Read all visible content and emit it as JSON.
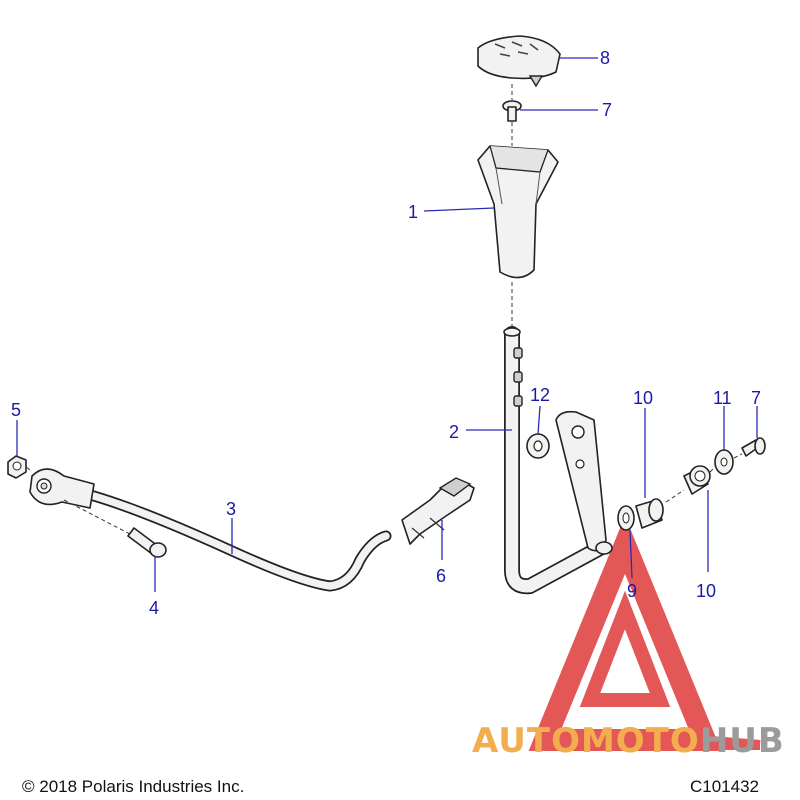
{
  "callouts": {
    "c1": "1",
    "c2": "2",
    "c3": "3",
    "c4": "4",
    "c5": "5",
    "c6": "6",
    "c7a": "7",
    "c7b": "7",
    "c8": "8",
    "c9": "9",
    "c10a": "10",
    "c10b": "10",
    "c11": "11",
    "c12": "12"
  },
  "footer": {
    "copyright": "© 2018 Polaris Industries Inc.",
    "diagram_code": "C101432"
  },
  "watermark": {
    "brand_part1": "AUTOMOTO",
    "brand_part2": "HUB",
    "color_brand": "#f0a030",
    "color_hub": "#8a8a8a",
    "color_triangle": "#e03a3a"
  },
  "colors": {
    "callout_text": "#1a1aa6",
    "leader_line": "#2a2ab8"
  }
}
